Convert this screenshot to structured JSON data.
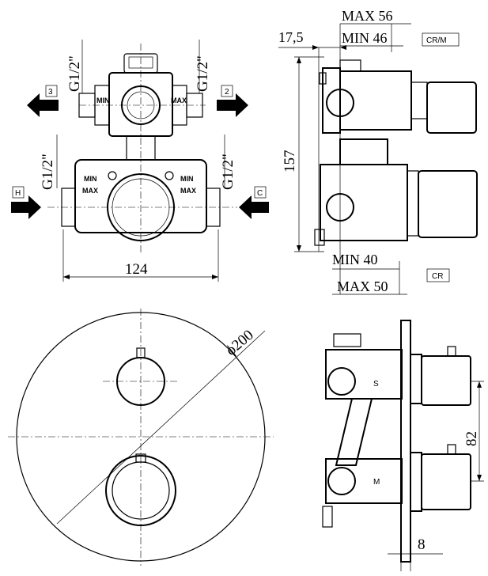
{
  "views": {
    "front": {
      "thread_top_left": "G1/2\"",
      "thread_top_right": "G1/2\"",
      "thread_bottom_left": "G1/2\"",
      "thread_bottom_right": "G1/2\"",
      "port_left_top": "3",
      "port_right_top": "2",
      "port_left_bottom": "H",
      "port_right_bottom": "C",
      "stop_min": "MIN",
      "stop_max": "MAX",
      "width": "124"
    },
    "side": {
      "max_depth": "MAX 56",
      "min_depth": "MIN 46",
      "offset": "17,5",
      "height": "157",
      "min_depth_lower": "MIN 40",
      "max_depth_lower": "MAX 50",
      "label_crm": "CR/M",
      "label_cr": "CR"
    },
    "plate": {
      "diameter": "ϕ200"
    },
    "assembly": {
      "spacing": "82",
      "plate_thickness": "8",
      "mark_s": "S",
      "mark_m": "M"
    }
  }
}
